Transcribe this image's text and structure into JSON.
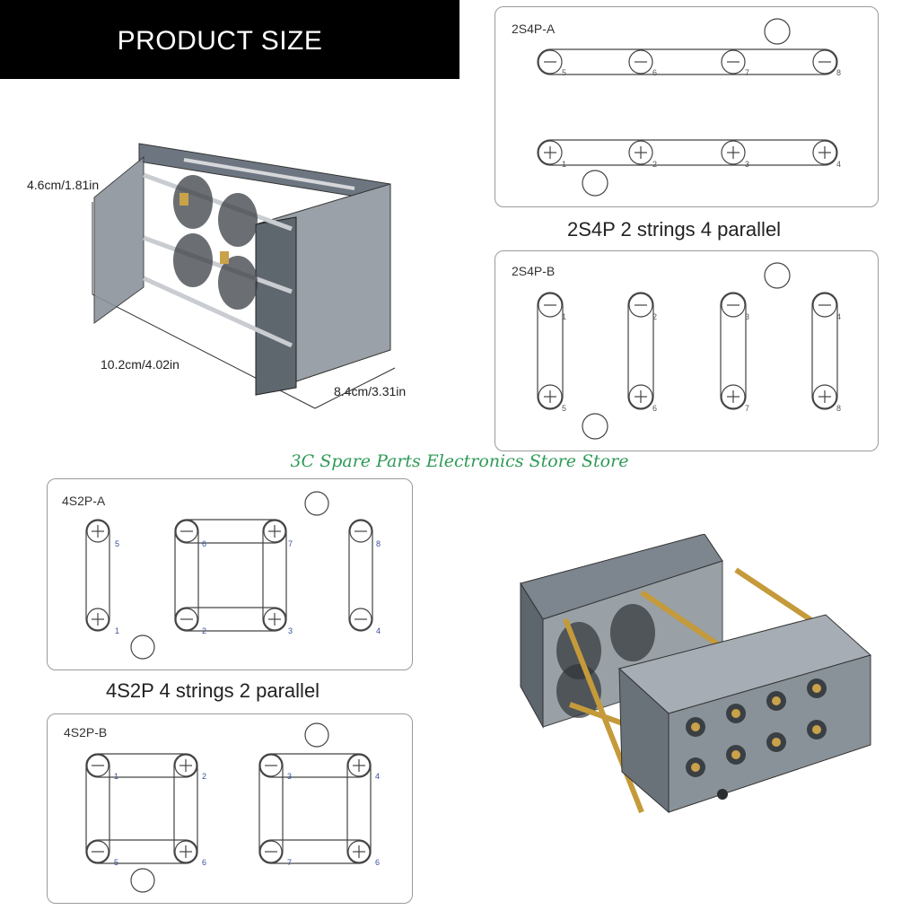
{
  "header": {
    "title": "PRODUCT SIZE"
  },
  "dimensions": {
    "height": "4.6cm/1.81in",
    "length": "10.2cm/4.02in",
    "width": "8.4cm/3.31in"
  },
  "diagrams": {
    "a2s4p": {
      "title": "2S4P-A",
      "top_numbers": [
        "5",
        "6",
        "7",
        "8"
      ],
      "bottom_numbers": [
        "1",
        "2",
        "3",
        "4"
      ]
    },
    "b2s4p": {
      "title": "2S4P-B",
      "top_numbers": [
        "1",
        "2",
        "3",
        "4"
      ],
      "bottom_numbers": [
        "5",
        "6",
        "7",
        "8"
      ]
    },
    "a4s2p": {
      "title": "4S2P-A",
      "top_numbers": [
        "5",
        "6",
        "7",
        "8"
      ],
      "bottom_numbers": [
        "1",
        "2",
        "3",
        "4"
      ]
    },
    "b4s2p": {
      "title": "4S2P-B",
      "top_numbers": [
        "1",
        "2",
        "3",
        "4"
      ],
      "bottom_numbers": [
        "5",
        "6",
        "7",
        "6"
      ]
    }
  },
  "captions": {
    "c2s4p": "2S4P 2 strings 4 parallel",
    "c4s2p": "4S2P 4 strings 2 parallel"
  },
  "store_name": "3C Spare Parts Electronics Store Store",
  "symbols": {
    "minus": "−",
    "plus": "+"
  },
  "colors": {
    "banner": "#000000",
    "store_text": "#2e9a57",
    "number_blue": "#3a4fa0"
  }
}
